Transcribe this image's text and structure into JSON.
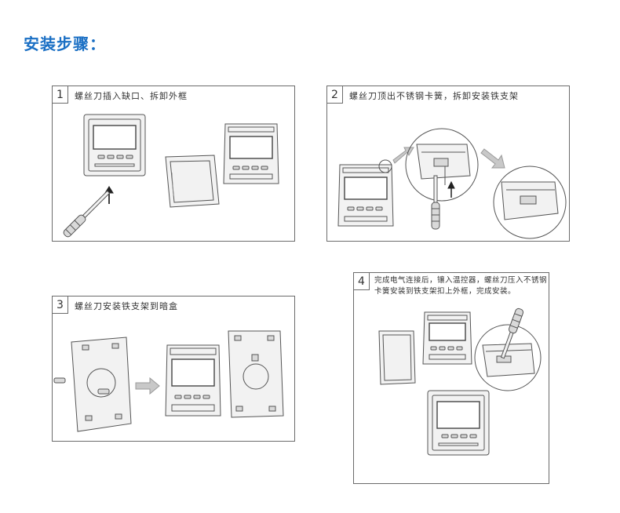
{
  "page": {
    "title": "安装步骤："
  },
  "steps": [
    {
      "number": "1",
      "text": "螺丝刀插入缺口、拆卸外框"
    },
    {
      "number": "2",
      "text": "螺丝刀顶出不锈钢卡簧，拆卸安装铁支架"
    },
    {
      "number": "3",
      "text": "螺丝刀安装铁支架到暗盒"
    },
    {
      "number": "4",
      "text_line1": "完成电气连接后，镶入温控器，螺丝刀压入不锈钢",
      "text_line2": "卡簧安装到铁支架扣上外框，完成安装。"
    }
  ]
}
